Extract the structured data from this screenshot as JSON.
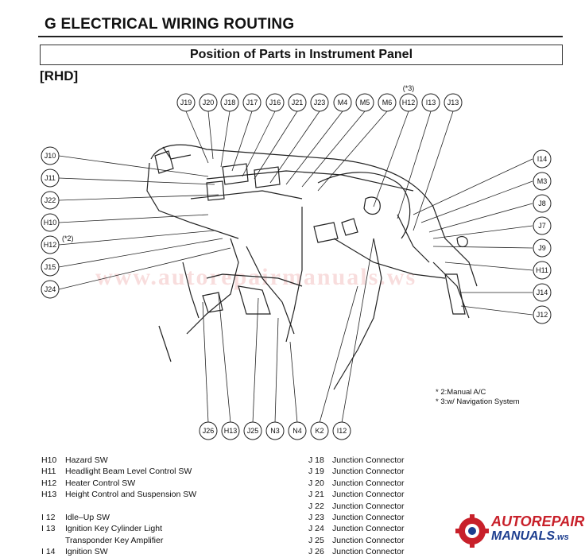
{
  "header": {
    "section_title": "G  ELECTRICAL WIRING ROUTING",
    "subtitle": "Position of Parts in Instrument Panel",
    "variant": "[RHD]"
  },
  "callouts": {
    "top": [
      "J19",
      "J20",
      "J18",
      "J17",
      "J16",
      "J21",
      "J23",
      "M4",
      "M5",
      "M6",
      "H12",
      "I13",
      "J13"
    ],
    "top_note": "(*3)",
    "left": [
      "J10",
      "J11",
      "J22",
      "H10",
      "H12",
      "J15",
      "J24"
    ],
    "left_note": "(*2)",
    "right": [
      "I14",
      "M3",
      "J8",
      "J7",
      "J9",
      "H11",
      "J14",
      "J12"
    ],
    "bottom": [
      "J26",
      "H13",
      "J25",
      "N3",
      "N4",
      "K2",
      "I12"
    ]
  },
  "notes": [
    "* 2:Manual A/C",
    "* 3:w/ Navigation System"
  ],
  "legend_left": [
    {
      "code": "H10",
      "name": "Hazard SW"
    },
    {
      "code": "H11",
      "name": "Headlight Beam Level Control SW"
    },
    {
      "code": "H12",
      "name": "Heater Control SW"
    },
    {
      "code": "H13",
      "name": "Height Control and Suspension SW"
    },
    {
      "code": "",
      "name": ""
    },
    {
      "code": "I  12",
      "name": "Idle–Up SW"
    },
    {
      "code": "I  13",
      "name": "Ignition Key Cylinder Light"
    },
    {
      "code": "",
      "name": "Transponder Key Amplifier"
    },
    {
      "code": "I  14",
      "name": "Ignition SW"
    }
  ],
  "legend_right": [
    {
      "code": "J 18",
      "name": "Junction Connector"
    },
    {
      "code": "J 19",
      "name": "Junction Connector"
    },
    {
      "code": "J 20",
      "name": "Junction Connector"
    },
    {
      "code": "J 21",
      "name": "Junction Connector"
    },
    {
      "code": "J 22",
      "name": "Junction Connector"
    },
    {
      "code": "J 23",
      "name": "Junction Connector"
    },
    {
      "code": "J 24",
      "name": "Junction Connector"
    },
    {
      "code": "J 25",
      "name": "Junction Connector"
    },
    {
      "code": "J 26",
      "name": "Junction Connector"
    }
  ],
  "watermark": "www.autorepairmanuals.ws",
  "logo": {
    "line1": "AUTOREPAIR",
    "line2": "MANUALS",
    "line2_suffix": ".ws"
  }
}
